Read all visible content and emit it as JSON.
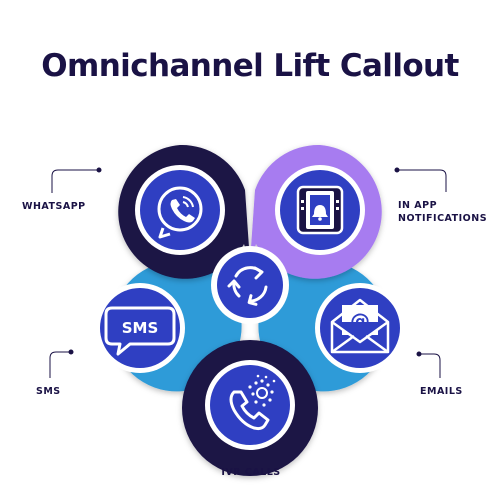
{
  "title": "Omnichannel Lift Callout",
  "channels": {
    "whatsapp": {
      "label": "WHATSAPP",
      "icon": "whatsapp-phone-icon"
    },
    "in_app": {
      "label_line1": "IN APP",
      "label_line2": "NOTIFICATIONS",
      "icon": "mobile-notification-icon"
    },
    "sms": {
      "label": "SMS",
      "badge_text": "SMS",
      "icon": "sms-bubble-icon"
    },
    "emails": {
      "label": "EMAILS",
      "icon": "email-envelope-icon"
    },
    "ivr": {
      "label": "IVR CALLS",
      "icon": "ivr-phone-icon"
    }
  },
  "center": {
    "icon": "cycle-arrows-icon"
  },
  "colors": {
    "navy": "#1a1245",
    "purple": "#a77bf0",
    "sky": "#2d9bd8",
    "blue": "#2f3fc2",
    "ring": "#ffffff"
  }
}
